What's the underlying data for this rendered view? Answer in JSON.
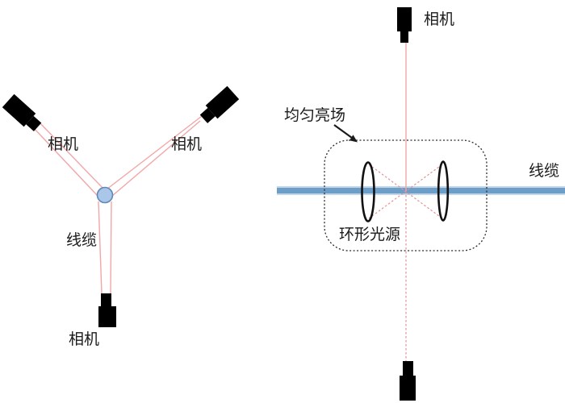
{
  "figure": {
    "left_view": {
      "camera_top_left_label": "相机",
      "camera_top_right_label": "相机",
      "camera_bottom_label": "相机",
      "cable_label": "线缆"
    },
    "right_view": {
      "camera_top_label": "相机",
      "uniform_bright_field_label": "均匀亮场",
      "cable_label": "线缆",
      "ring_light_label": "环形光源"
    }
  },
  "colors": {
    "camera_body": "#000000",
    "lens_black": "#111111",
    "arrow_black": "#1a1a1a",
    "view_line_pink": "#f2a6a6",
    "dashed_line_red": "#e58f8f",
    "cable_core_blue": "#6d9ec8",
    "cable_halo_blue": "#c3d5e8",
    "cable_section_fill": "#aac6e8",
    "cable_section_stroke": "#6187b5",
    "dotted_box_black": "#2b2b2b",
    "label_text": "#1a1a1a"
  }
}
